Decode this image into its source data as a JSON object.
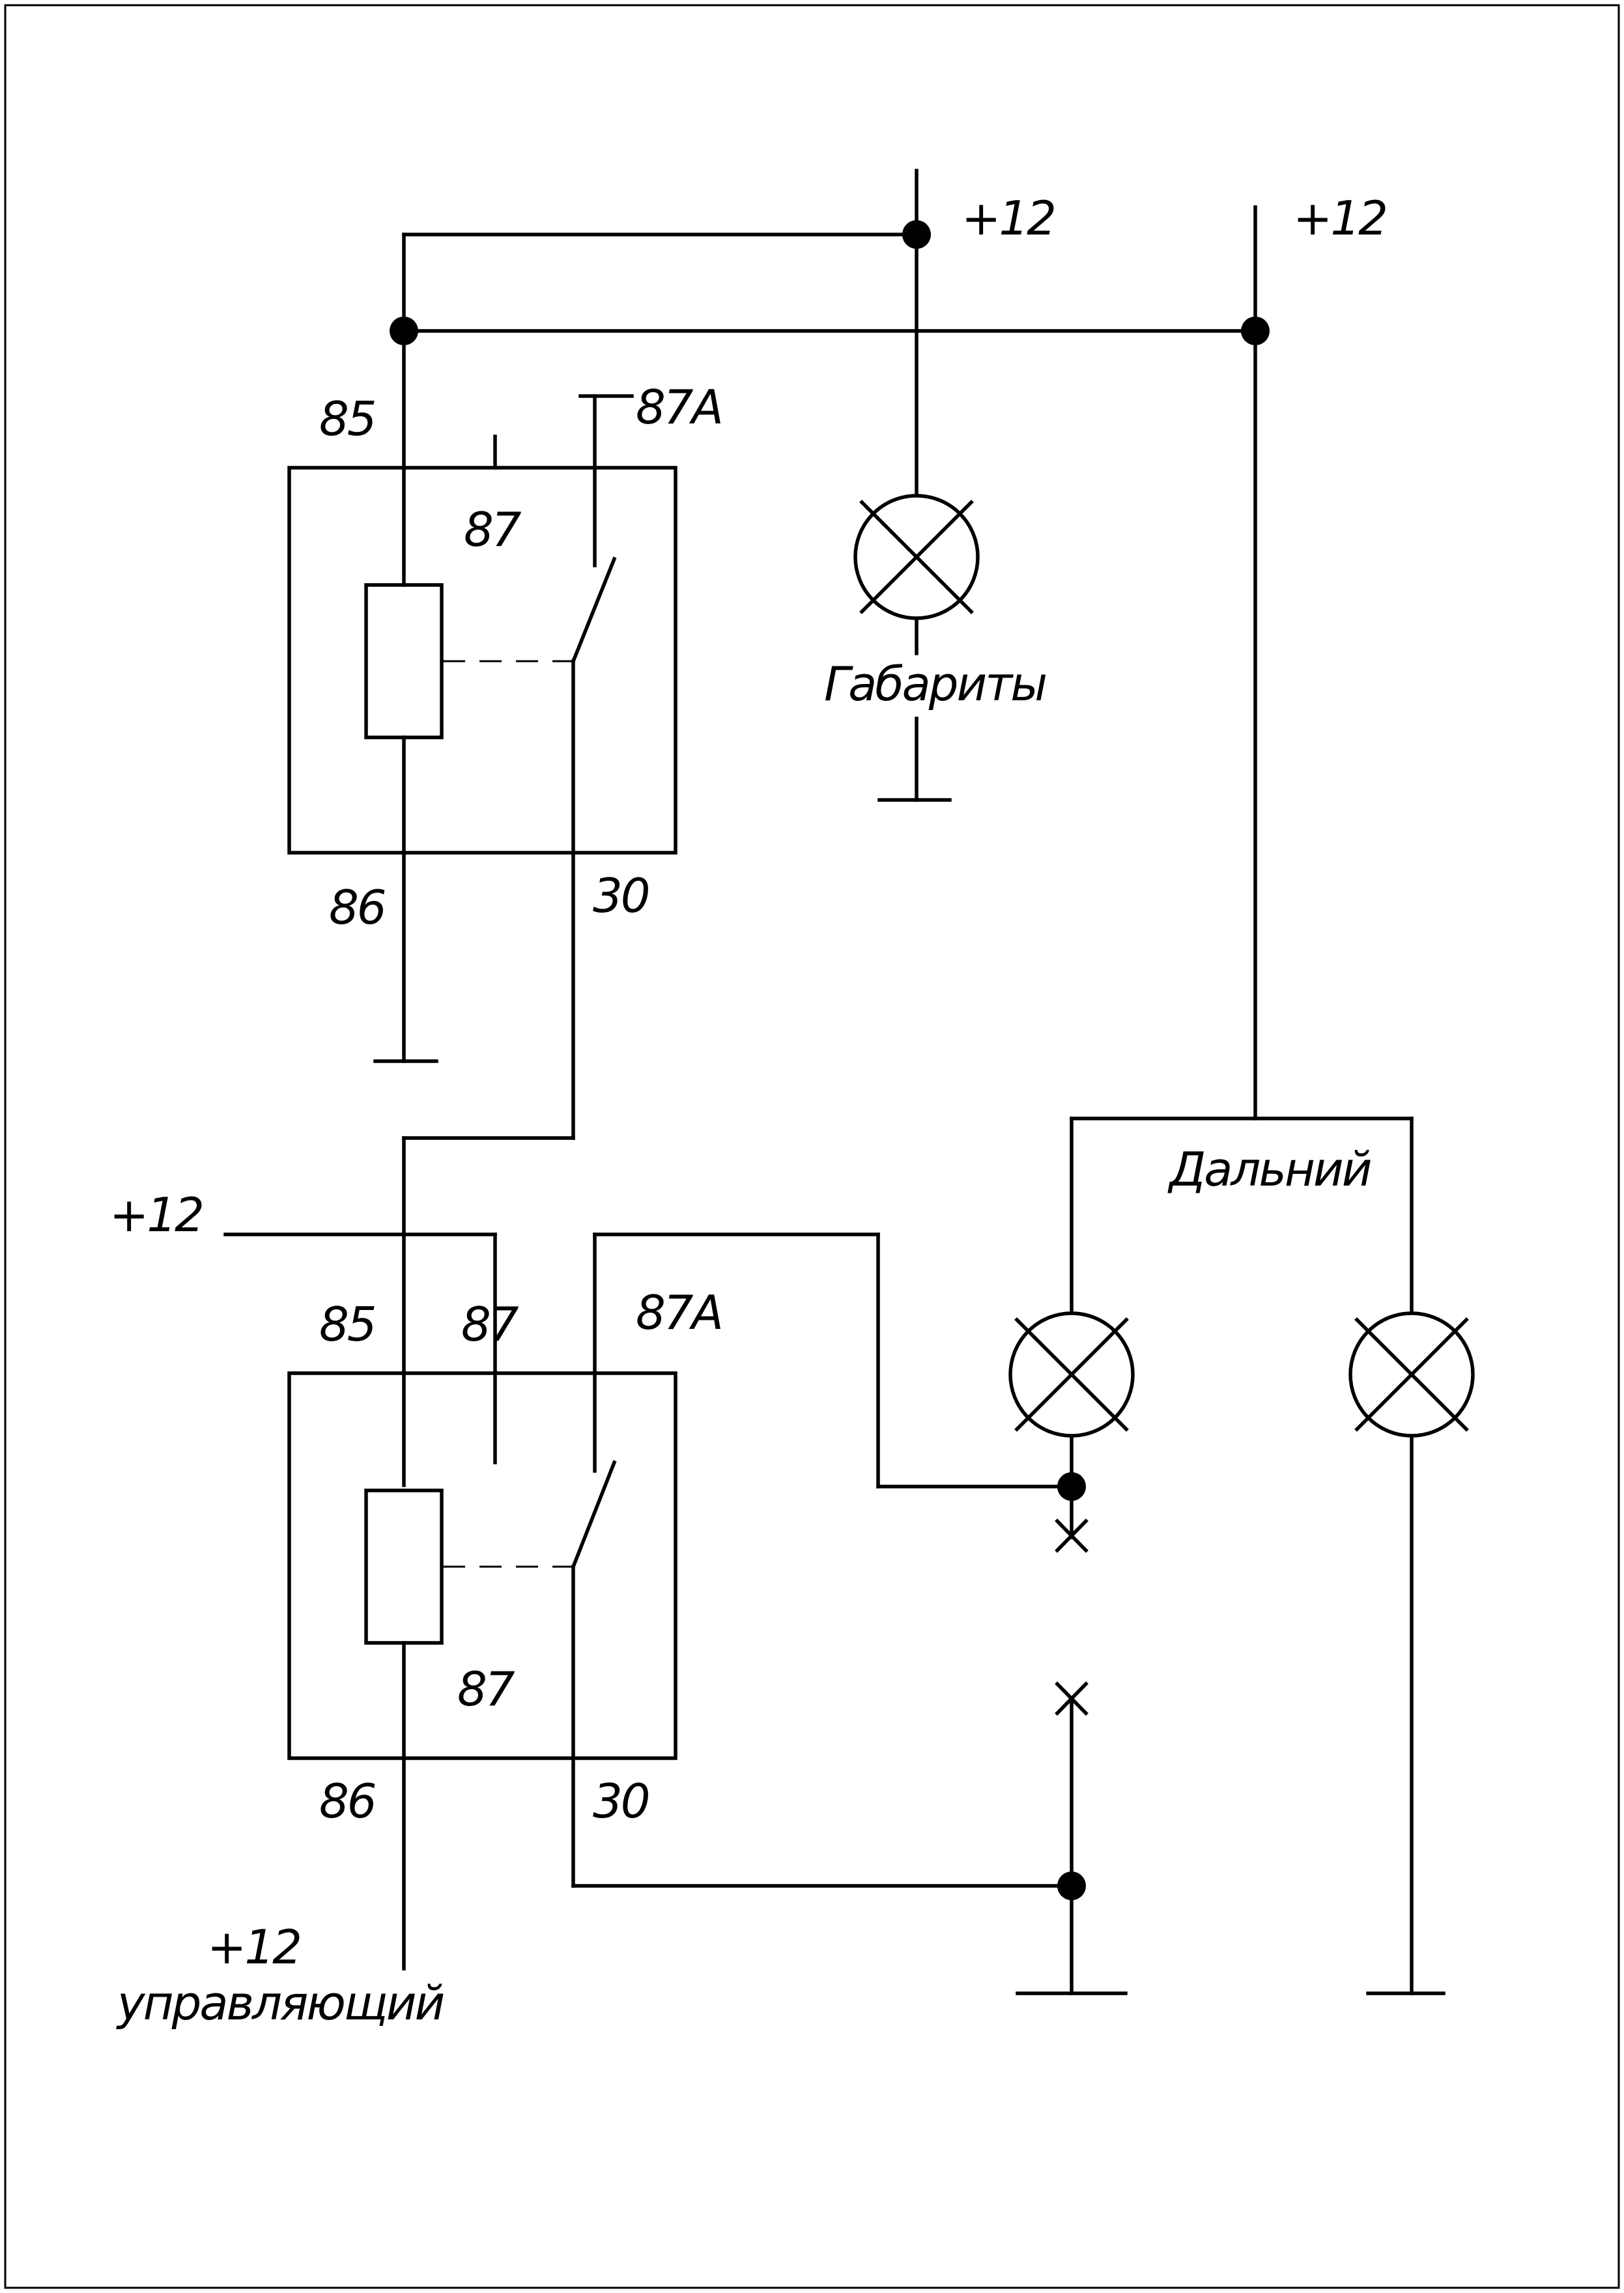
{
  "labels": {
    "supply_top_1": "+12",
    "supply_top_2": "+12",
    "supply_left": "+12",
    "supply_control_1": "+12",
    "supply_control_2": "управляющий",
    "relay1_85": "85",
    "relay1_86": "86",
    "relay1_87": "87",
    "relay1_87a": "87A",
    "relay1_30": "30",
    "relay2_85": "85",
    "relay2_86": "86",
    "relay2_87_top": "87",
    "relay2_87_bottom": "87",
    "relay2_87a": "87A",
    "relay2_30": "30",
    "lamp_parking": "Габариты",
    "lamp_high_beam": "Дальний"
  },
  "icons": {
    "relay": "relay-icon",
    "coil": "relay-coil-icon",
    "switch": "switch-contact-icon",
    "lamp": "lamp-icon",
    "ground": "ground-icon",
    "junction": "junction-dot-icon",
    "break": "wire-break-icon"
  },
  "colors": {
    "ink": "#000000",
    "paper": "#ffffff"
  }
}
